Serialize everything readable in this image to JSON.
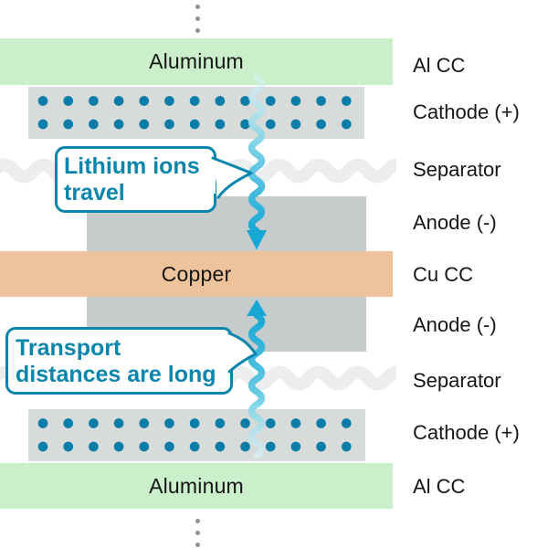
{
  "stack": {
    "aluminum_label": "Aluminum",
    "copper_label": "Copper"
  },
  "right_labels": [
    "Al CC",
    "Cathode (+)",
    "Separator",
    "Anode (-)",
    "Cu CC",
    "Anode (-)",
    "Separator",
    "Cathode (+)",
    "Al CC"
  ],
  "callouts": {
    "lithium": {
      "line1": "Lithium ions",
      "line2": "travel"
    },
    "transport": {
      "line1": "Transport",
      "line2": "distances are long"
    }
  },
  "colors": {
    "accent_teal": "#0a85ab",
    "arrow_blue": "#17a7d5",
    "arrow_light_cyan": "#d8f3f7",
    "aluminum_green": "#caefca",
    "copper_tan": "#edc39c",
    "cathode_gray": "#d7dbda",
    "anode_gray": "#c6cbcb",
    "cathode_dot_blue": "#0b7da8",
    "separator_wave_gray": "#ecedee",
    "label_text": "#161616",
    "continuation_dot_gray": "#8b9393"
  },
  "icons": {
    "continuation_dots": "vertical-ellipsis",
    "ion_flow_arrow_down": "wavy-arrow-down",
    "ion_flow_arrow_up": "wavy-arrow-up"
  }
}
